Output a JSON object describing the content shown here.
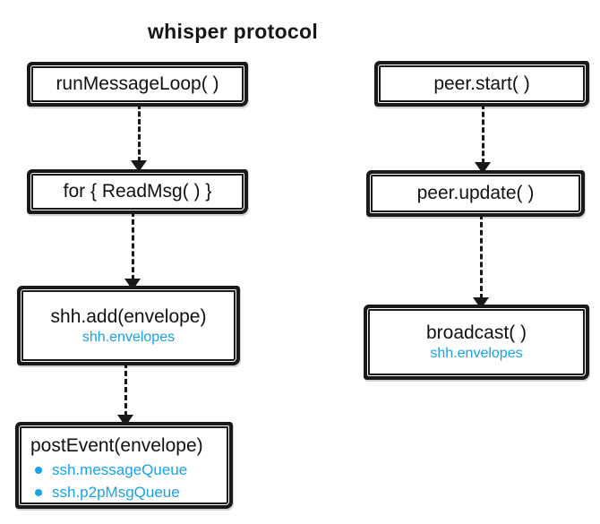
{
  "title": "whisper protocol",
  "colors": {
    "ink": "#191919",
    "accent_blue": "#18a2e8"
  },
  "diagram": {
    "left_flow": {
      "nodes": [
        {
          "label": "runMessageLoop( )"
        },
        {
          "label": "for { ReadMsg( ) }"
        },
        {
          "label": "shh.add(envelope)",
          "sublabel": "shh.envelopes"
        },
        {
          "label": "postEvent(envelope)",
          "bullets": [
            "ssh.messageQueue",
            "ssh.p2pMsgQueue"
          ]
        }
      ],
      "edges": [
        {
          "from": "runMessageLoop( )",
          "to": "for { ReadMsg( ) }",
          "direction": "down"
        },
        {
          "from": "for { ReadMsg( ) }",
          "to": "shh.add(envelope)",
          "direction": "down"
        },
        {
          "from": "shh.add(envelope)",
          "to": "postEvent(envelope)",
          "direction": "down"
        }
      ]
    },
    "right_flow": {
      "nodes": [
        {
          "label": "peer.start( )"
        },
        {
          "label": "peer.update( )"
        },
        {
          "label": "broadcast( )",
          "sublabel": "shh.envelopes"
        }
      ],
      "edges": [
        {
          "from": "peer.start( )",
          "to": "peer.update( )",
          "direction": "down"
        },
        {
          "from": "peer.update( )",
          "to": "broadcast( )",
          "direction": "down"
        }
      ]
    }
  }
}
